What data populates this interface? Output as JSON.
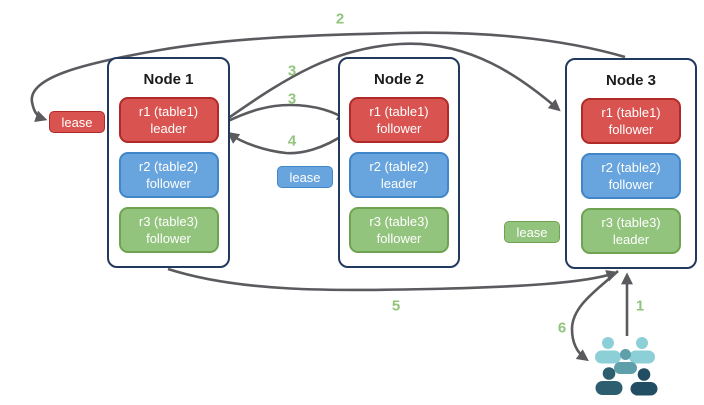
{
  "colors": {
    "background": "#ffffff",
    "red_fill": "#d95350",
    "red_border": "#b02b27",
    "blue_fill": "#68a4dd",
    "blue_border": "#4186c6",
    "green_fill": "#93c47d",
    "green_border": "#6fa352",
    "node_border": "#22395e",
    "node_bg": "#ffffff",
    "title_text": "#1c1c1c",
    "box_text": "#ffffff",
    "arrow": "#5b5b5f",
    "step_text": "#93c47d",
    "people_light": "#8ccfd6",
    "people_mid": "#5f9fa9",
    "people_dark": "#2c5e70",
    "people_darker": "#214e62"
  },
  "nodes": [
    {
      "title": "Node 1",
      "replicas": [
        {
          "range": "r1 (table1)",
          "role": "leader",
          "color": "red"
        },
        {
          "range": "r2 (table2)",
          "role": "follower",
          "color": "blue"
        },
        {
          "range": "r3 (table3)",
          "role": "follower",
          "color": "green"
        }
      ]
    },
    {
      "title": "Node 2",
      "replicas": [
        {
          "range": "r1 (table1)",
          "role": "follower",
          "color": "red"
        },
        {
          "range": "r2 (table2)",
          "role": "leader",
          "color": "blue"
        },
        {
          "range": "r3 (table3)",
          "role": "follower",
          "color": "green"
        }
      ]
    },
    {
      "title": "Node 3",
      "replicas": [
        {
          "range": "r1 (table1)",
          "role": "follower",
          "color": "red"
        },
        {
          "range": "r2 (table2)",
          "role": "follower",
          "color": "blue"
        },
        {
          "range": "r3 (table3)",
          "role": "leader",
          "color": "green"
        }
      ]
    }
  ],
  "leases": [
    {
      "label": "lease",
      "color": "red"
    },
    {
      "label": "lease",
      "color": "blue"
    },
    {
      "label": "lease",
      "color": "green"
    }
  ],
  "steps": [
    {
      "text": "1"
    },
    {
      "text": "2"
    },
    {
      "text": "3"
    },
    {
      "text": "3"
    },
    {
      "text": "4"
    },
    {
      "text": "5"
    },
    {
      "text": "6"
    }
  ],
  "icons": {
    "crowd": "users-icon"
  }
}
